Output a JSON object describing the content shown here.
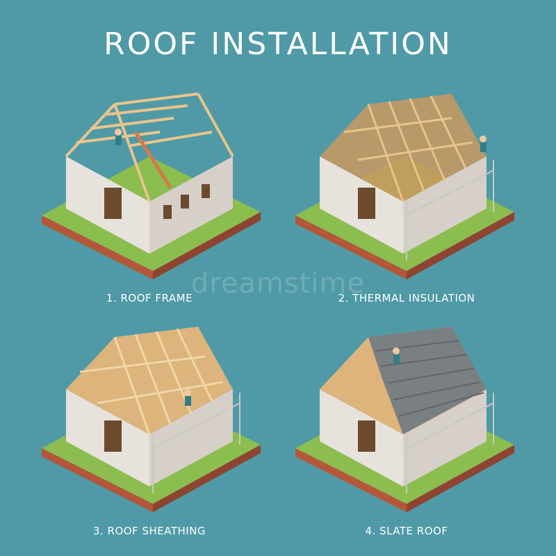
{
  "title": "ROOF INSTALLATION",
  "steps": [
    {
      "label": "1. ROOF FRAME"
    },
    {
      "label": "2. THERMAL INSULATION"
    },
    {
      "label": "3. ROOF SHEATHING"
    },
    {
      "label": "4. SLATE ROOF"
    }
  ],
  "watermark": "dreamstime",
  "colors": {
    "background": "#4f9aa6",
    "grass": "#8bbd4f",
    "soil": "#b2573b",
    "wall": "#e7e2dc",
    "wood": "#e9c48c",
    "insulation": "#c9995f",
    "slate": "#7a7f82"
  }
}
